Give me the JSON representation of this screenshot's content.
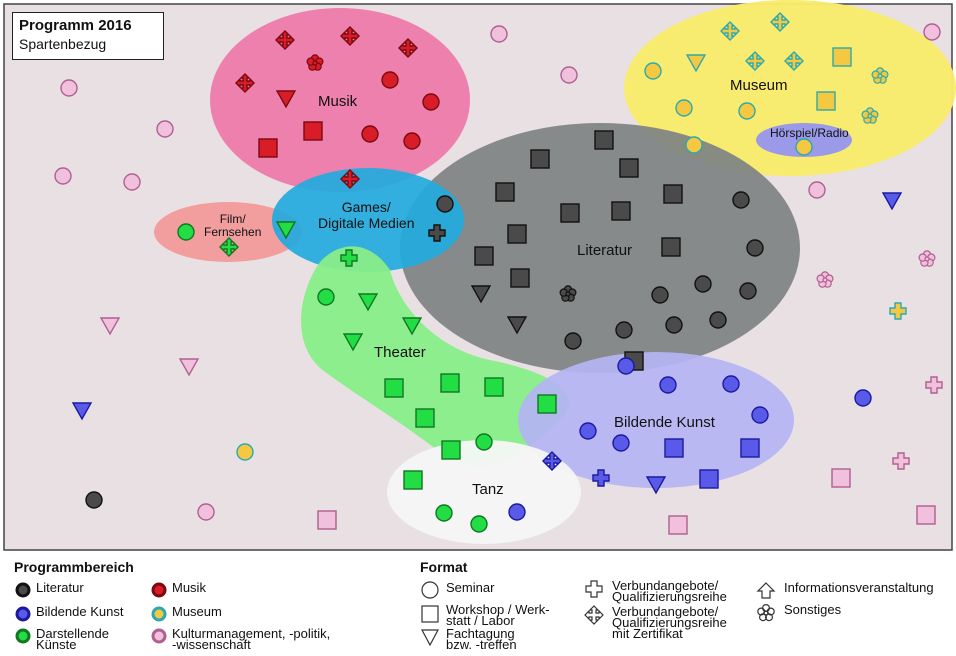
{
  "title": {
    "line1": "Programm 2016",
    "line2": "Spartenbezug"
  },
  "regions": {
    "musik": "Musik",
    "museum": "Museum",
    "hoerspiel": "Hörspiel/Radio",
    "literatur": "Literatur",
    "games": "Games/\nDigitale Medien",
    "film": "Film/\nFernsehen",
    "theater": "Theater",
    "bildende": "Bildende Kunst",
    "tanz": "Tanz"
  },
  "legend": {
    "programmbereich_title": "Programmbereich",
    "format_title": "Format",
    "bereiche": [
      {
        "label": "Literatur",
        "color": "#4a4a4a",
        "rim": "#111111"
      },
      {
        "label": "Bildende Kunst",
        "color": "#5a5ae8",
        "rim": "#1a1aa0"
      },
      {
        "label": "Darstellende\nKünste",
        "color": "#22dd44",
        "rim": "#117722"
      },
      {
        "label": "Musik",
        "color": "#d81c28",
        "rim": "#7a0a10"
      },
      {
        "label": "Museum",
        "color": "#f5c842",
        "rim": "#2aaab0"
      },
      {
        "label": "Kulturmanagement, -politik,\n-wissenschaft",
        "color": "#f0c0dc",
        "rim": "#b06090"
      }
    ],
    "formate": [
      {
        "label": "Seminar",
        "icon": "circle-icon"
      },
      {
        "label": "Workshop / Werk-\nstatt / Labor",
        "icon": "square-icon"
      },
      {
        "label": "Fachtagung\nbzw. -treffen",
        "icon": "triangle-icon"
      },
      {
        "label": "Verbundangebote/\nQualifizierungsreihe",
        "icon": "cross-icon"
      },
      {
        "label": "Verbundangebote/\nQualifizierungsreihe\nmit Zertifikat",
        "icon": "arrow-cross-icon"
      },
      {
        "label": "Informationsveranstaltung",
        "icon": "house-arrow-icon"
      },
      {
        "label": "Sonstiges",
        "icon": "flower-icon"
      }
    ]
  }
}
